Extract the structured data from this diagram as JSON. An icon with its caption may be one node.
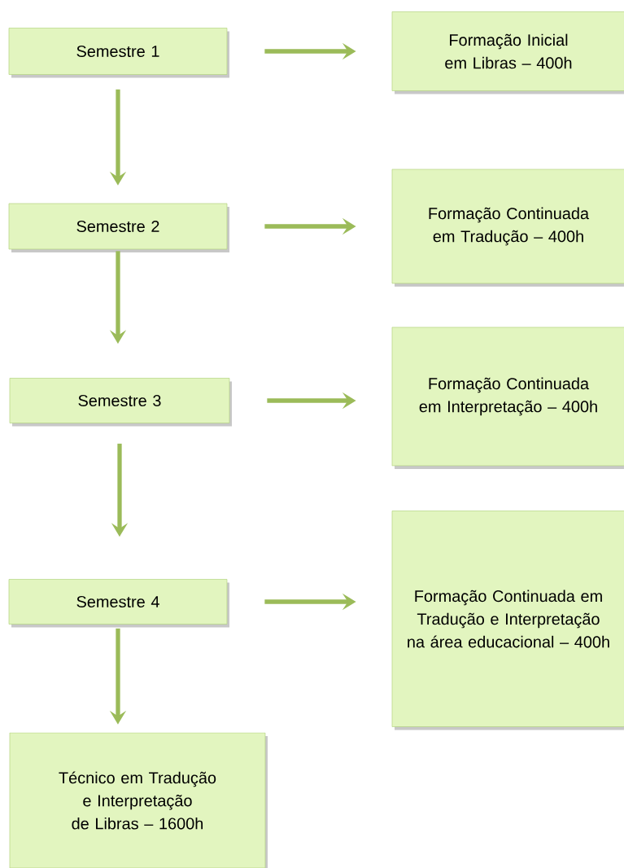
{
  "diagram": {
    "nodes": [
      {
        "text": [
          "Semestre 1"
        ]
      },
      {
        "text": [
          "Formação Inicial em Libras – 400h"
        ]
      },
      {
        "text": [
          "Semestre 2"
        ]
      },
      {
        "text": [
          "Formação Continuada em Tradução – 400h"
        ]
      },
      {
        "text": [
          "Semestre 3"
        ]
      },
      {
        "text": [
          "Formação Continuada em Interpretação – 400h"
        ]
      },
      {
        "text": [
          "Semestre 4"
        ]
      },
      {
        "text": [
          "Formação Continuada em Tradução e Interpretação na área educacional – 400h"
        ]
      },
      {
        "text": [
          "Técnico em Tradução e Interpretação de Libras – 1600h"
        ]
      }
    ],
    "edges": [
      {
        "from": 0,
        "to": 1,
        "arrow": "to"
      },
      {
        "from": 0,
        "to": 2,
        "arrow": "to"
      },
      {
        "from": 2,
        "to": 3,
        "arrow": "to"
      },
      {
        "from": 2,
        "to": 4,
        "arrow": "to"
      },
      {
        "from": 4,
        "to": 5,
        "arrow": "to"
      },
      {
        "from": 4,
        "to": 6,
        "arrow": "to"
      },
      {
        "from": 6,
        "to": 7,
        "arrow": "to"
      },
      {
        "from": 6,
        "to": 8,
        "arrow": "to"
      }
    ]
  }
}
